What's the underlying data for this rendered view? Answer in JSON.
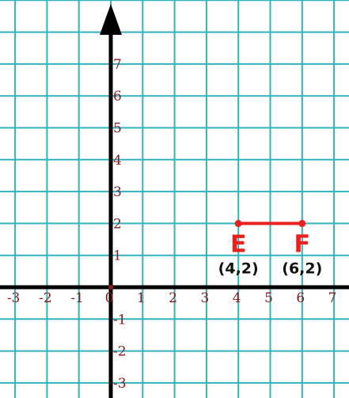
{
  "chart_data": {
    "type": "scatter",
    "title": "",
    "xlabel": "",
    "ylabel": "",
    "xlim": [
      -3.5,
      7.5
    ],
    "ylim": [
      -3.5,
      9.0
    ],
    "grid": true,
    "x_ticks": [
      "-3",
      "-2",
      "-1",
      "0",
      "1",
      "2",
      "3",
      "4",
      "5",
      "6",
      "7"
    ],
    "y_ticks": [
      "7",
      "6",
      "5",
      "4",
      "3",
      "2",
      "1",
      "-1",
      "-2",
      "-3"
    ],
    "points": [
      {
        "name": "E",
        "coord_label": "(4,2)",
        "x": 4,
        "y": 2
      },
      {
        "name": "F",
        "coord_label": "(6,2)",
        "x": 6,
        "y": 2
      }
    ],
    "segments": [
      {
        "from": "E",
        "to": "F"
      }
    ],
    "colors": {
      "grid": "#30b3bd",
      "axis": "#000000",
      "tick_label": "#8b1a1a",
      "point": "#e8231f",
      "coord_label": "#111111"
    }
  }
}
